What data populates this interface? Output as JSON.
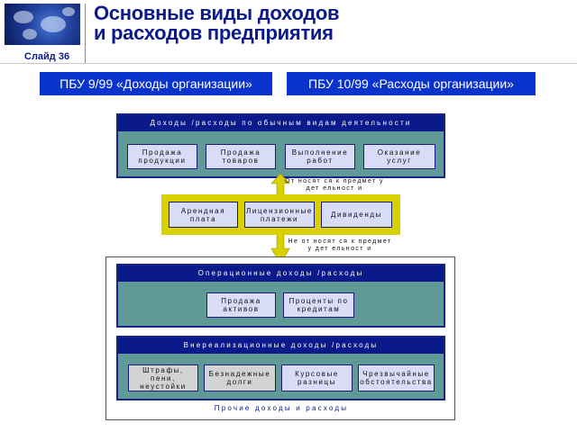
{
  "header": {
    "title_line1": "Основные виды доходов",
    "title_line2": "и расходов предприятия",
    "slide_label": "Слайд 36",
    "logo_icon": "globe-icon"
  },
  "standards": {
    "income": "ПБУ 9/99 «Доходы организации»",
    "expenses": "ПБУ 10/99 «Расходы организации»"
  },
  "ordinary": {
    "title": "Доходы /расходы по обычным видам деятельности",
    "items": [
      "Продажа продукции",
      "Продажа товаров",
      "Выполнение работ",
      "Оказание услуг"
    ]
  },
  "middle": {
    "items": [
      "Арендная плата",
      "Лицензионные платежи",
      "Дивиденды"
    ],
    "note_up": "От носят ся к предмет у дет ельност и",
    "note_down": "Не от носят ся к предмет у дет ельност и"
  },
  "operating": {
    "title": "Операционные доходы /расходы",
    "items": [
      "Продажа активов",
      "Проценты по кредитам"
    ]
  },
  "nonoperating": {
    "title": "Внереализационные доходы /расходы",
    "items": [
      "Штрафы, пени, неустойки",
      "Безнадежные долги",
      "Курсовые разницы",
      "Чрезвычайные обстоятельства"
    ]
  },
  "other": {
    "label": "Прочие доходы и расходы"
  },
  "colors": {
    "navy": "#0b1a8a",
    "blue_button": "#0a33cc",
    "teal": "#5f9a96",
    "yellow": "#d9d000"
  }
}
